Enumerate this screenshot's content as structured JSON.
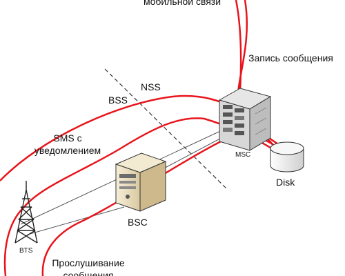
{
  "labels": {
    "mobile_network": "мобильной связи",
    "record_message": "Запись сообщения",
    "nss": "NSS",
    "bss": "BSS",
    "sms_line1": "SMS с",
    "sms_line2": "уведомлением",
    "msc": "MSC",
    "disk": "Disk",
    "bsc": "BSC",
    "bts": "BTS",
    "listen_line1": "Прослушивание",
    "listen_line2": "сообщения"
  },
  "icons": {
    "msc_node": "server-rack-icon",
    "bsc_node": "server-tower-icon",
    "bts_node": "cell-tower-icon",
    "disk_node": "disk-storage-icon"
  },
  "colors": {
    "signal_path": "#e8141b",
    "link": "#555555",
    "boundary": "#333333",
    "server_body": "#efe4c8",
    "disk_body": "#f2f2f2"
  }
}
